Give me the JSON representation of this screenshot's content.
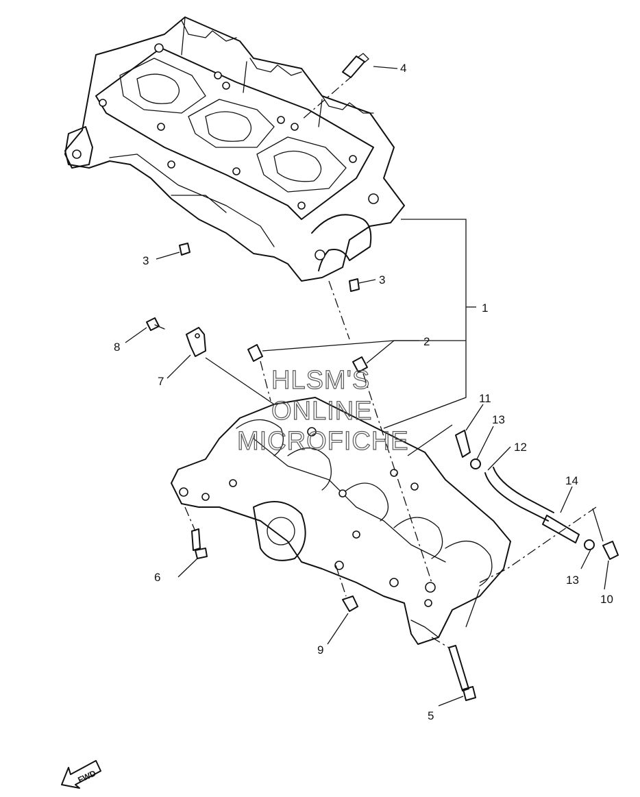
{
  "callouts": {
    "c1": "1",
    "c2": "2",
    "c3a": "3",
    "c3b": "3",
    "c4": "4",
    "c5": "5",
    "c6": "6",
    "c7": "7",
    "c8": "8",
    "c9": "9",
    "c10": "10",
    "c11": "11",
    "c12": "12",
    "c13a": "13",
    "c13b": "13",
    "c14": "14"
  },
  "watermark": {
    "line1": "HLSM'S",
    "line2": "ONLINE",
    "line3": "MICROFICHE"
  },
  "fwd": {
    "label": "FWD",
    "icon": "fwd-arrow-icon"
  }
}
